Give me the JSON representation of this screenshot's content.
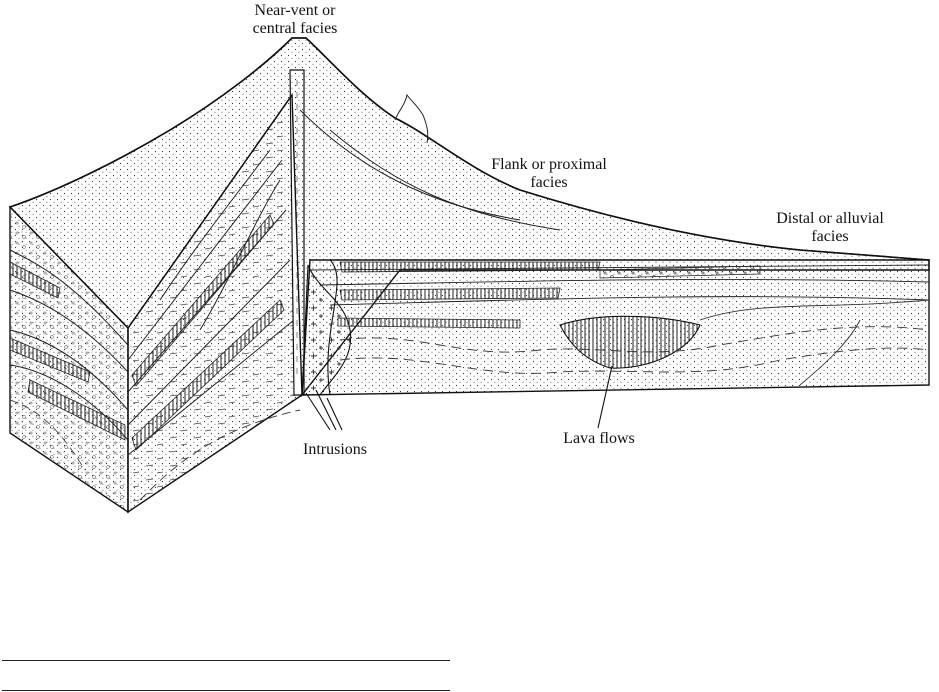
{
  "labels": {
    "near_vent_line1": "Near-vent or",
    "near_vent_line2": "central facies",
    "flank_line1": "Flank or proximal",
    "flank_line2": "facies",
    "distal_line1": "Distal or alluvial",
    "distal_line2": "facies",
    "intrusions": "Intrusions",
    "lava_flows": "Lava flows"
  }
}
